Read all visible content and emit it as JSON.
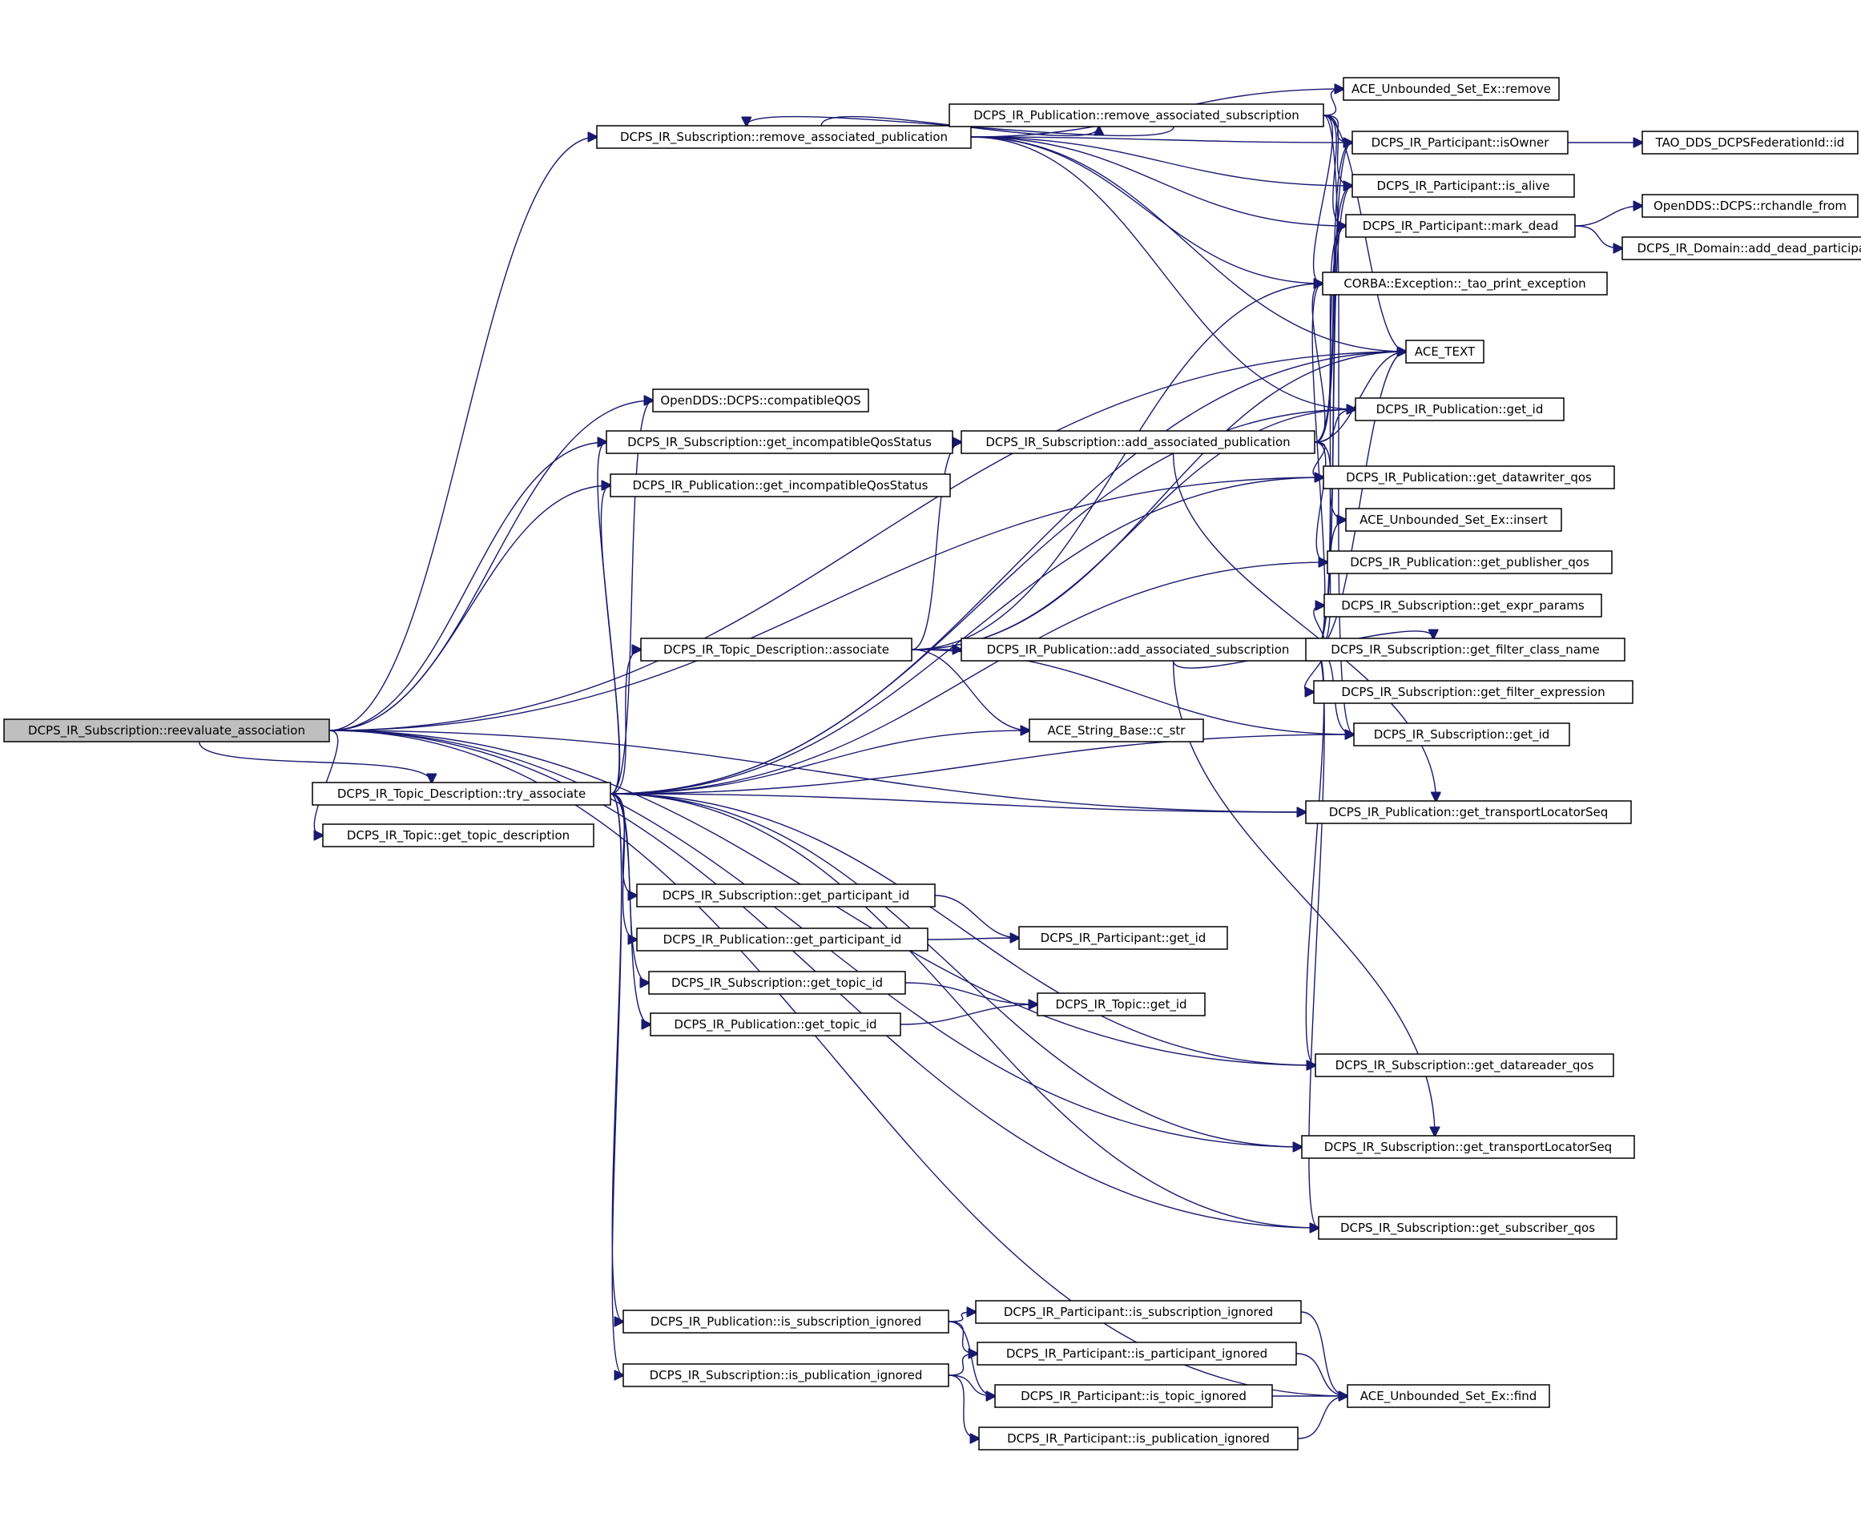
{
  "graph": {
    "root": "DCPS_IR_Subscription::reevaluate_association",
    "colors": {
      "edge": "#191970",
      "root_fill": "#bfbfbf",
      "node_fill": "#ffffff",
      "node_stroke": "#000000"
    },
    "nodes": [
      {
        "id": "reevaluate",
        "label": "DCPS_IR_Subscription::reevaluate_association",
        "root": true
      },
      {
        "id": "remove_assoc_pub",
        "label": "DCPS_IR_Subscription::remove_associated_publication"
      },
      {
        "id": "pub_remove_assoc_sub",
        "label": "DCPS_IR_Publication::remove_associated_subscription"
      },
      {
        "id": "unb_remove",
        "label": "ACE_Unbounded_Set_Ex::remove"
      },
      {
        "id": "part_isOwner",
        "label": "DCPS_IR_Participant::isOwner"
      },
      {
        "id": "tao_fed_id",
        "label": "TAO_DDS_DCPSFederationId::id"
      },
      {
        "id": "part_is_alive",
        "label": "DCPS_IR_Participant::is_alive"
      },
      {
        "id": "part_mark_dead",
        "label": "DCPS_IR_Participant::mark_dead"
      },
      {
        "id": "rchandle_from",
        "label": "OpenDDS::DCPS::rchandle_from"
      },
      {
        "id": "add_dead_part",
        "label": "DCPS_IR_Domain::add_dead_participant"
      },
      {
        "id": "corba_exc",
        "label": "CORBA::Exception::_tao_print_exception"
      },
      {
        "id": "ace_text",
        "label": "ACE_TEXT"
      },
      {
        "id": "compatibleQOS",
        "label": "OpenDDS::DCPS::compatibleQOS"
      },
      {
        "id": "pub_get_id",
        "label": "DCPS_IR_Publication::get_id"
      },
      {
        "id": "sub_get_incompat",
        "label": "DCPS_IR_Subscription::get_incompatibleQosStatus"
      },
      {
        "id": "sub_add_assoc_pub",
        "label": "DCPS_IR_Subscription::add_associated_publication"
      },
      {
        "id": "pub_get_incompat",
        "label": "DCPS_IR_Publication::get_incompatibleQosStatus"
      },
      {
        "id": "pub_get_dw_qos",
        "label": "DCPS_IR_Publication::get_datawriter_qos"
      },
      {
        "id": "unb_insert",
        "label": "ACE_Unbounded_Set_Ex::insert"
      },
      {
        "id": "pub_get_publisher_qos",
        "label": "DCPS_IR_Publication::get_publisher_qos"
      },
      {
        "id": "sub_get_expr_params",
        "label": "DCPS_IR_Subscription::get_expr_params"
      },
      {
        "id": "topic_desc_associate",
        "label": "DCPS_IR_Topic_Description::associate"
      },
      {
        "id": "pub_add_assoc_sub",
        "label": "DCPS_IR_Publication::add_associated_subscription"
      },
      {
        "id": "sub_get_filter_class",
        "label": "DCPS_IR_Subscription::get_filter_class_name"
      },
      {
        "id": "sub_get_filter_expr",
        "label": "DCPS_IR_Subscription::get_filter_expression"
      },
      {
        "id": "ace_c_str",
        "label": "ACE_String_Base::c_str"
      },
      {
        "id": "sub_get_id",
        "label": "DCPS_IR_Subscription::get_id"
      },
      {
        "id": "try_associate",
        "label": "DCPS_IR_Topic_Description::try_associate"
      },
      {
        "id": "pub_get_tls",
        "label": "DCPS_IR_Publication::get_transportLocatorSeq"
      },
      {
        "id": "topic_get_desc",
        "label": "DCPS_IR_Topic::get_topic_description"
      },
      {
        "id": "sub_get_part_id",
        "label": "DCPS_IR_Subscription::get_participant_id"
      },
      {
        "id": "pub_get_part_id",
        "label": "DCPS_IR_Publication::get_participant_id"
      },
      {
        "id": "part_get_id",
        "label": "DCPS_IR_Participant::get_id"
      },
      {
        "id": "sub_get_topic_id",
        "label": "DCPS_IR_Subscription::get_topic_id"
      },
      {
        "id": "pub_get_topic_id",
        "label": "DCPS_IR_Publication::get_topic_id"
      },
      {
        "id": "topic_get_id",
        "label": "DCPS_IR_Topic::get_id"
      },
      {
        "id": "sub_get_dr_qos",
        "label": "DCPS_IR_Subscription::get_datareader_qos"
      },
      {
        "id": "sub_get_tls",
        "label": "DCPS_IR_Subscription::get_transportLocatorSeq"
      },
      {
        "id": "sub_get_subscriber_qos",
        "label": "DCPS_IR_Subscription::get_subscriber_qos"
      },
      {
        "id": "pub_is_sub_ignored",
        "label": "DCPS_IR_Publication::is_subscription_ignored"
      },
      {
        "id": "part_is_sub_ignored",
        "label": "DCPS_IR_Participant::is_subscription_ignored"
      },
      {
        "id": "part_is_part_ignored",
        "label": "DCPS_IR_Participant::is_participant_ignored"
      },
      {
        "id": "sub_is_pub_ignored",
        "label": "DCPS_IR_Subscription::is_publication_ignored"
      },
      {
        "id": "part_is_topic_ignored",
        "label": "DCPS_IR_Participant::is_topic_ignored"
      },
      {
        "id": "unb_find",
        "label": "ACE_Unbounded_Set_Ex::find"
      },
      {
        "id": "part_is_pub_ignored",
        "label": "DCPS_IR_Participant::is_publication_ignored"
      }
    ],
    "edges": [
      [
        "reevaluate",
        "remove_assoc_pub"
      ],
      [
        "reevaluate",
        "compatibleQOS"
      ],
      [
        "reevaluate",
        "sub_get_incompat"
      ],
      [
        "reevaluate",
        "pub_get_incompat"
      ],
      [
        "reevaluate",
        "ace_text"
      ],
      [
        "reevaluate",
        "pub_get_dw_qos"
      ],
      [
        "reevaluate",
        "try_associate"
      ],
      [
        "reevaluate",
        "topic_get_desc"
      ],
      [
        "reevaluate",
        "pub_get_tls"
      ],
      [
        "reevaluate",
        "sub_get_dr_qos"
      ],
      [
        "reevaluate",
        "sub_get_tls"
      ],
      [
        "reevaluate",
        "sub_get_subscriber_qos"
      ],
      [
        "reevaluate",
        "unb_find"
      ],
      [
        "remove_assoc_pub",
        "pub_remove_assoc_sub"
      ],
      [
        "remove_assoc_pub",
        "unb_remove"
      ],
      [
        "remove_assoc_pub",
        "part_isOwner"
      ],
      [
        "remove_assoc_pub",
        "part_is_alive"
      ],
      [
        "remove_assoc_pub",
        "part_mark_dead"
      ],
      [
        "remove_assoc_pub",
        "corba_exc"
      ],
      [
        "remove_assoc_pub",
        "ace_text"
      ],
      [
        "remove_assoc_pub",
        "pub_get_id"
      ],
      [
        "pub_remove_assoc_sub",
        "remove_assoc_pub"
      ],
      [
        "pub_remove_assoc_sub",
        "unb_remove"
      ],
      [
        "pub_remove_assoc_sub",
        "part_isOwner"
      ],
      [
        "pub_remove_assoc_sub",
        "part_is_alive"
      ],
      [
        "pub_remove_assoc_sub",
        "part_mark_dead"
      ],
      [
        "pub_remove_assoc_sub",
        "corba_exc"
      ],
      [
        "pub_remove_assoc_sub",
        "ace_text"
      ],
      [
        "pub_remove_assoc_sub",
        "sub_get_id"
      ],
      [
        "part_isOwner",
        "tao_fed_id"
      ],
      [
        "part_mark_dead",
        "rchandle_from"
      ],
      [
        "part_mark_dead",
        "add_dead_part"
      ],
      [
        "sub_add_assoc_pub",
        "part_isOwner"
      ],
      [
        "sub_add_assoc_pub",
        "part_is_alive"
      ],
      [
        "sub_add_assoc_pub",
        "part_mark_dead"
      ],
      [
        "sub_add_assoc_pub",
        "corba_exc"
      ],
      [
        "sub_add_assoc_pub",
        "ace_text"
      ],
      [
        "sub_add_assoc_pub",
        "pub_get_id"
      ],
      [
        "sub_add_assoc_pub",
        "pub_get_dw_qos"
      ],
      [
        "sub_add_assoc_pub",
        "unb_insert"
      ],
      [
        "sub_add_assoc_pub",
        "pub_get_publisher_qos"
      ],
      [
        "sub_add_assoc_pub",
        "pub_get_tls"
      ],
      [
        "topic_desc_associate",
        "sub_add_assoc_pub"
      ],
      [
        "topic_desc_associate",
        "pub_add_assoc_sub"
      ],
      [
        "topic_desc_associate",
        "ace_text"
      ],
      [
        "topic_desc_associate",
        "pub_get_id"
      ],
      [
        "topic_desc_associate",
        "corba_exc"
      ],
      [
        "topic_desc_associate",
        "ace_c_str"
      ],
      [
        "topic_desc_associate",
        "sub_get_id"
      ],
      [
        "pub_add_assoc_sub",
        "part_isOwner"
      ],
      [
        "pub_add_assoc_sub",
        "part_is_alive"
      ],
      [
        "pub_add_assoc_sub",
        "part_mark_dead"
      ],
      [
        "pub_add_assoc_sub",
        "corba_exc"
      ],
      [
        "pub_add_assoc_sub",
        "ace_text"
      ],
      [
        "pub_add_assoc_sub",
        "unb_insert"
      ],
      [
        "pub_add_assoc_sub",
        "sub_get_expr_params"
      ],
      [
        "pub_add_assoc_sub",
        "sub_get_filter_class"
      ],
      [
        "pub_add_assoc_sub",
        "sub_get_filter_expr"
      ],
      [
        "pub_add_assoc_sub",
        "sub_get_id"
      ],
      [
        "pub_add_assoc_sub",
        "sub_get_dr_qos"
      ],
      [
        "pub_add_assoc_sub",
        "sub_get_tls"
      ],
      [
        "pub_add_assoc_sub",
        "sub_get_subscriber_qos"
      ],
      [
        "try_associate",
        "compatibleQOS"
      ],
      [
        "try_associate",
        "sub_get_incompat"
      ],
      [
        "try_associate",
        "pub_get_incompat"
      ],
      [
        "try_associate",
        "ace_text"
      ],
      [
        "try_associate",
        "pub_get_id"
      ],
      [
        "try_associate",
        "pub_get_dw_qos"
      ],
      [
        "try_associate",
        "pub_get_publisher_qos"
      ],
      [
        "try_associate",
        "topic_desc_associate"
      ],
      [
        "try_associate",
        "ace_c_str"
      ],
      [
        "try_associate",
        "sub_get_id"
      ],
      [
        "try_associate",
        "pub_get_tls"
      ],
      [
        "try_associate",
        "sub_get_part_id"
      ],
      [
        "try_associate",
        "pub_get_part_id"
      ],
      [
        "try_associate",
        "sub_get_topic_id"
      ],
      [
        "try_associate",
        "pub_get_topic_id"
      ],
      [
        "try_associate",
        "sub_get_dr_qos"
      ],
      [
        "try_associate",
        "sub_get_tls"
      ],
      [
        "try_associate",
        "sub_get_subscriber_qos"
      ],
      [
        "try_associate",
        "pub_is_sub_ignored"
      ],
      [
        "try_associate",
        "sub_is_pub_ignored"
      ],
      [
        "sub_get_part_id",
        "part_get_id"
      ],
      [
        "pub_get_part_id",
        "part_get_id"
      ],
      [
        "sub_get_topic_id",
        "topic_get_id"
      ],
      [
        "pub_get_topic_id",
        "topic_get_id"
      ],
      [
        "pub_is_sub_ignored",
        "part_is_sub_ignored"
      ],
      [
        "pub_is_sub_ignored",
        "part_is_part_ignored"
      ],
      [
        "pub_is_sub_ignored",
        "part_is_topic_ignored"
      ],
      [
        "sub_is_pub_ignored",
        "part_is_part_ignored"
      ],
      [
        "sub_is_pub_ignored",
        "part_is_topic_ignored"
      ],
      [
        "sub_is_pub_ignored",
        "part_is_pub_ignored"
      ],
      [
        "part_is_sub_ignored",
        "unb_find"
      ],
      [
        "part_is_part_ignored",
        "unb_find"
      ],
      [
        "part_is_topic_ignored",
        "unb_find"
      ],
      [
        "part_is_pub_ignored",
        "unb_find"
      ]
    ]
  }
}
